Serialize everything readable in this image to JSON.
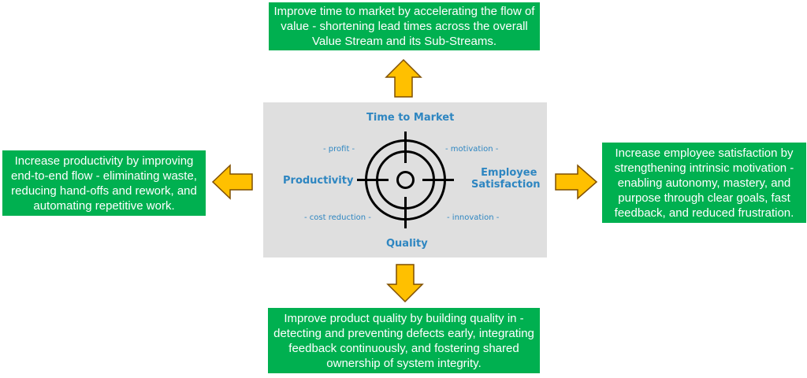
{
  "boxes": {
    "top": "Improve time to market by accelerating the flow of value - shortening lead times across the overall Value Stream and its Sub-Streams.",
    "left": "Increase productivity by improving end-to-end flow - eliminating waste, reducing hand-offs and rework, and automating repetitive work.",
    "right": "Increase employee satisfaction by strengthening intrinsic motivation - enabling autonomy, mastery, and purpose through clear goals, fast feedback, and reduced frustration.",
    "bottom": "Improve product quality by building quality in - detecting and preventing defects early, integrating feedback continuously, and fostering shared ownership of system integrity."
  },
  "center": {
    "top": "Time to Market",
    "left": "Productivity",
    "right_line1": "Employee",
    "right_line2": "Satisfaction",
    "bottom": "Quality",
    "sub_top_left": "- profit -",
    "sub_top_right": "- motivation -",
    "sub_bottom_left": "- cost reduction -",
    "sub_bottom_right": "- innovation -"
  },
  "icons": {
    "center": "target-crosshair-icon",
    "arrows": [
      "arrow-up-icon",
      "arrow-left-icon",
      "arrow-right-icon",
      "arrow-down-icon"
    ]
  },
  "colors": {
    "box_green": "#00b050",
    "arrow_fill": "#ffc000",
    "arrow_stroke": "#7f4f00",
    "label_blue": "#2e86c1",
    "panel_gray": "#dfdfdf"
  }
}
